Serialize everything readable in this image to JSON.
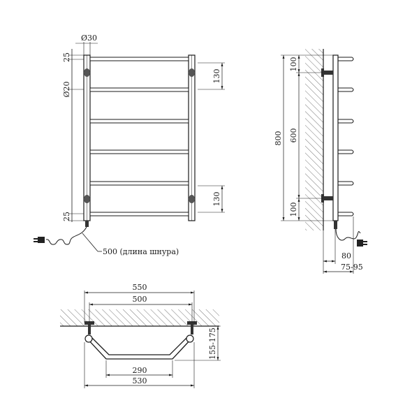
{
  "front_view": {
    "dia_post": "Ø30",
    "dia_bar": "Ø20",
    "dim_top": "25",
    "dim_bottom": "25",
    "spacing_top": "130",
    "spacing_bottom": "130",
    "cord_note": "500 (длина шнура)"
  },
  "side_view": {
    "height_total": "800",
    "height_mid": "600",
    "offset_top": "100",
    "offset_bottom": "100",
    "depth_min": "80",
    "depth_range": "75-95"
  },
  "top_view": {
    "width_outer": "550",
    "width_mount": "500",
    "width_bottom": "530",
    "width_inner": "290",
    "depth_range": "155-175"
  }
}
